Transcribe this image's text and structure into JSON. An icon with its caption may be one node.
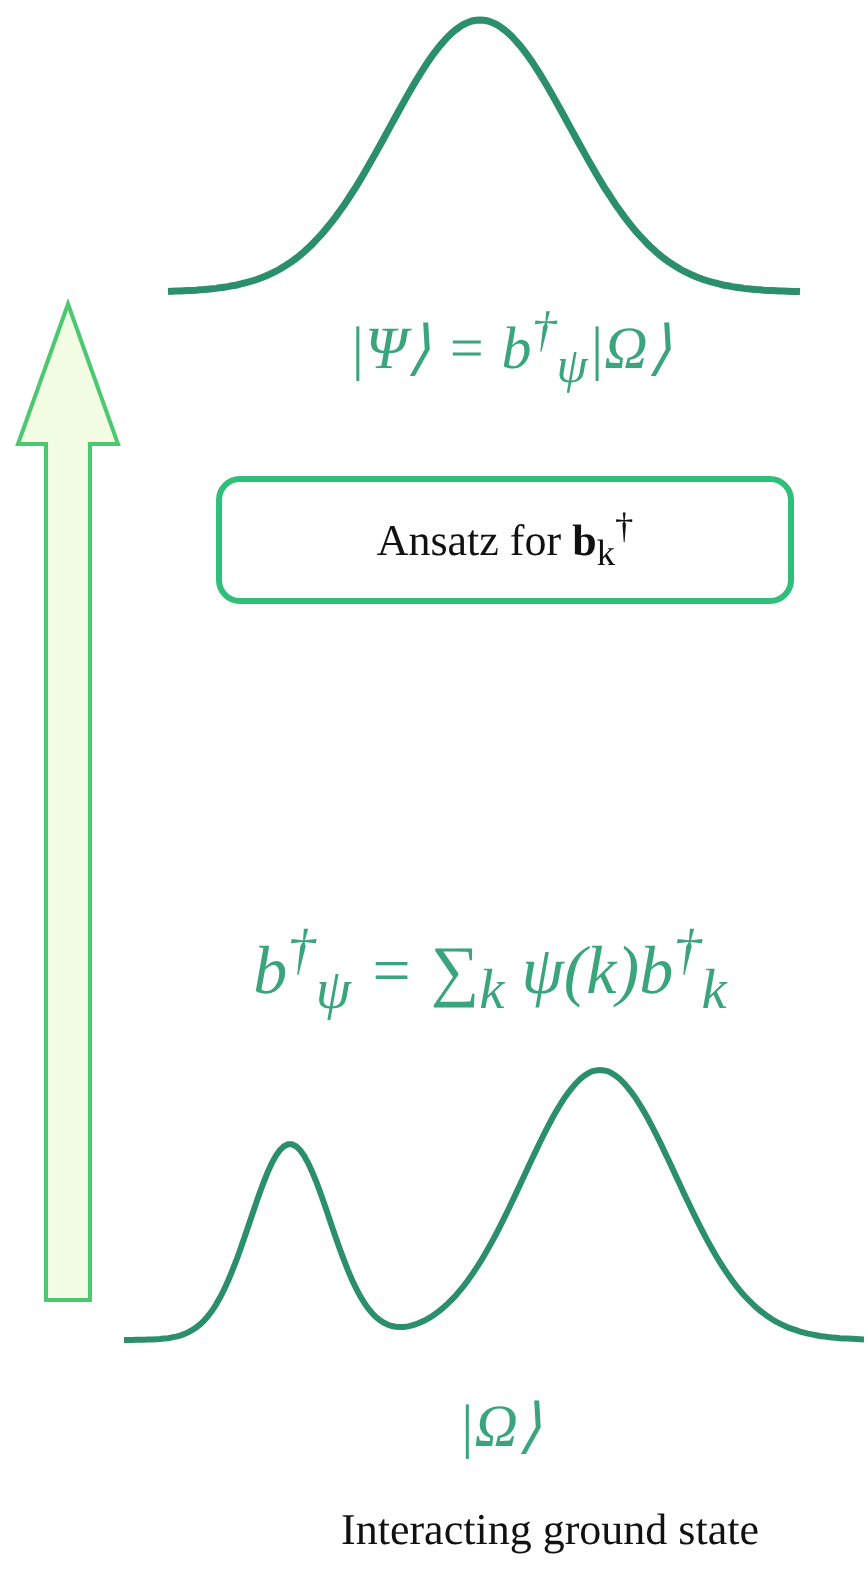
{
  "diagram": {
    "nodes": [
      {
        "text": [
          "Ansatz for **b**$_{k}$$^{†}$"
        ]
      }
    ],
    "labels": [
      "|Ψ⟩ = b$^{†}$$_{ψ}$|Ω⟩",
      "b$^{†}$$_{ψ}$ = ∑$_{k}$ ψ(k)b$^{†}$$_{k}$",
      "|Ω⟩",
      "Interacting ground state"
    ]
  }
}
